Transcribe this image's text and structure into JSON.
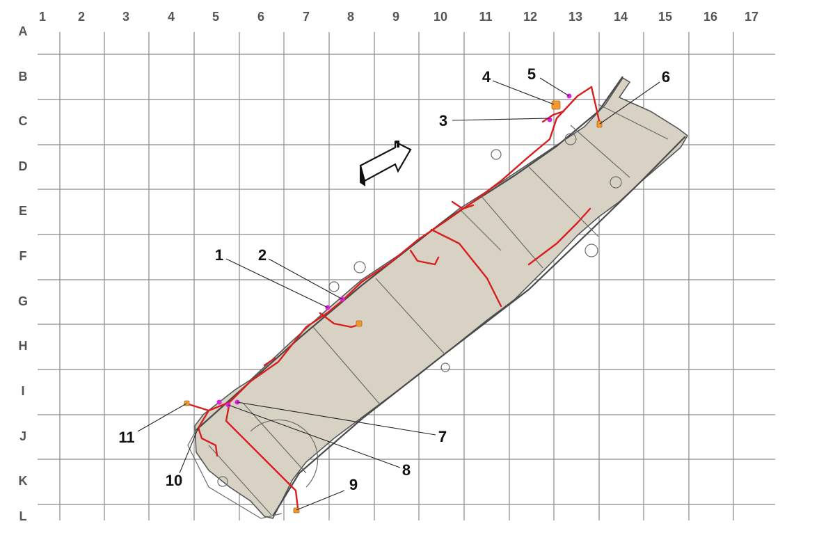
{
  "grid": {
    "columns": [
      "1",
      "2",
      "3",
      "4",
      "5",
      "6",
      "7",
      "8",
      "9",
      "10",
      "11",
      "12",
      "13",
      "14",
      "15",
      "16",
      "17"
    ],
    "rows": [
      "A",
      "B",
      "C",
      "D",
      "E",
      "F",
      "G",
      "H",
      "I",
      "J",
      "K",
      "L"
    ]
  },
  "callouts": [
    {
      "id": "1",
      "label": "1"
    },
    {
      "id": "2",
      "label": "2"
    },
    {
      "id": "3",
      "label": "3"
    },
    {
      "id": "4",
      "label": "4"
    },
    {
      "id": "5",
      "label": "5"
    },
    {
      "id": "6",
      "label": "6"
    },
    {
      "id": "7",
      "label": "7"
    },
    {
      "id": "8",
      "label": "8"
    },
    {
      "id": "9",
      "label": "9"
    },
    {
      "id": "10",
      "label": "10"
    },
    {
      "id": "11",
      "label": "11"
    }
  ],
  "colors": {
    "harness": "#d81e1e",
    "connector_pink": "#e020e0",
    "connector_orange": "#f29a2e",
    "frame_fill": "#d7d2c3",
    "grid": "#8a8a8a"
  },
  "icons": {
    "direction_arrow": "forward-direction-arrow-icon"
  }
}
